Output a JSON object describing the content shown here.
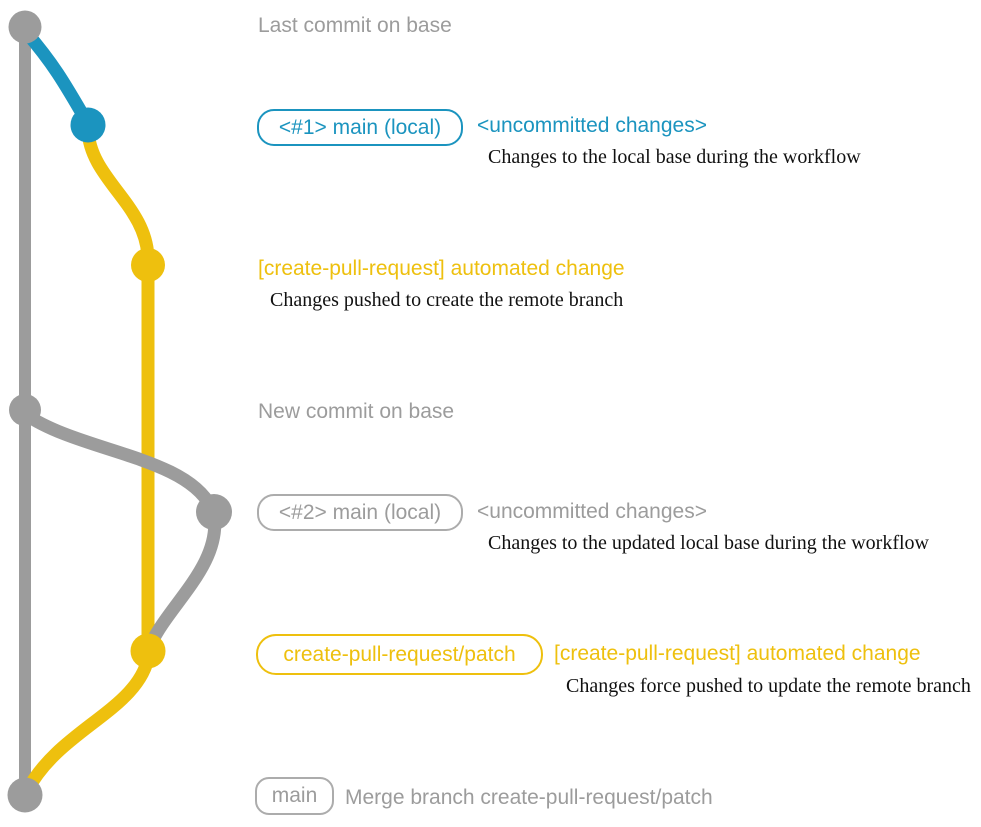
{
  "colors": {
    "gray": "#9C9C9C",
    "blue": "#1B94BF",
    "yellow": "#EEC00E",
    "description_text": "#111111"
  },
  "sections": {
    "top": {
      "commit_note": "Last commit on base"
    },
    "first_cycle": {
      "branch_label": "<#1> main (local)",
      "status": "<uncommitted changes>",
      "status_desc": "Changes to the local base during the workflow",
      "automated": "[create-pull-request] automated change",
      "automated_desc": "Changes pushed to create the remote branch"
    },
    "second_cycle": {
      "commit_note": "New commit on base",
      "branch_label": "<#2> main (local)",
      "status": "<uncommitted changes>",
      "status_desc": "Changes to the updated local base during the workflow",
      "remote_branch_label": "create-pull-request/patch",
      "automated": "[create-pull-request] automated change",
      "automated_desc": "Changes force pushed to update the remote branch"
    },
    "merge": {
      "branch_label": "main",
      "commit_note": "Merge branch create-pull-request/patch"
    }
  }
}
